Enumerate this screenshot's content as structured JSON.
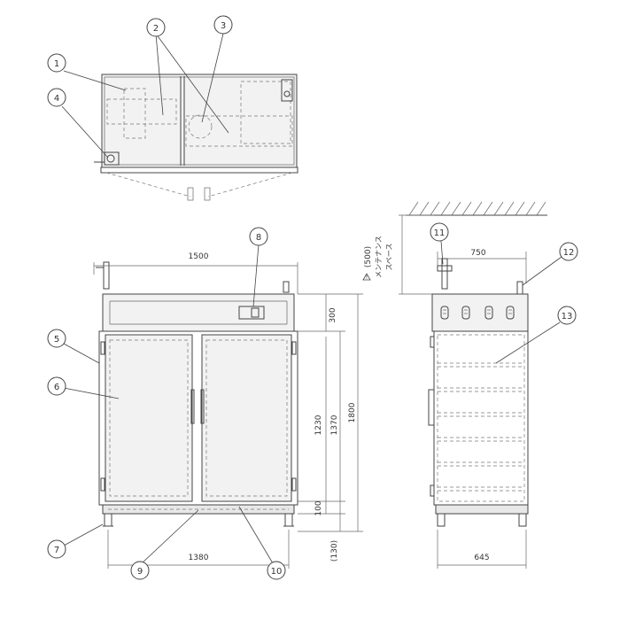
{
  "dimensions": {
    "width_front": "1500",
    "width_inner": "1380",
    "depth_top": "750",
    "depth_base": "645",
    "h_total": "1800",
    "h_body": "1370",
    "h_door": "1230",
    "h_top_panel": "300",
    "h_base": "100",
    "h_legs": "(130)",
    "maintenance_space": "(500)"
  },
  "maintenance_label_1": "メンテナンス",
  "maintenance_label_2": "スペース",
  "warning_symbol": "!",
  "callouts": [
    "1",
    "2",
    "3",
    "4",
    "5",
    "6",
    "7",
    "8",
    "9",
    "10",
    "11",
    "12",
    "13"
  ]
}
